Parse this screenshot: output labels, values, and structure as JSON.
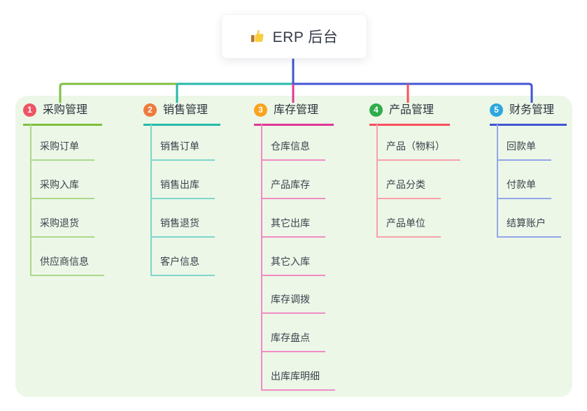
{
  "root": {
    "label": "ERP 后台",
    "icon": "thumbs-up-icon"
  },
  "colors": {
    "panel_background": "#ecf7e7",
    "root_connector": "#4154d4",
    "branch1": {
      "badge": "#ed5565",
      "line": "#7fbf3f",
      "child_line": "#abd98c"
    },
    "branch2": {
      "badge": "#ef7b3d",
      "line": "#26b9aa",
      "child_line": "#7fd6cb"
    },
    "branch3": {
      "badge": "#f8a41d",
      "line": "#e03796",
      "child_line": "#f08cc5"
    },
    "branch4": {
      "badge": "#2fad4a",
      "line": "#f8505d",
      "child_line": "#faa0a8"
    },
    "branch5": {
      "badge": "#2ea7df",
      "line": "#4154d4",
      "child_line": "#93a5e8"
    }
  },
  "branches": [
    {
      "num": "1",
      "title": "采购管理",
      "children": [
        "采购订单",
        "采购入库",
        "采购退货",
        "供应商信息"
      ]
    },
    {
      "num": "2",
      "title": "销售管理",
      "children": [
        "销售订单",
        "销售出库",
        "销售退货",
        "客户信息"
      ]
    },
    {
      "num": "3",
      "title": "库存管理",
      "children": [
        "仓库信息",
        "产品库存",
        "其它出库",
        "其它入库",
        "库存调拨",
        "库存盘点",
        "出库库明细"
      ]
    },
    {
      "num": "4",
      "title": "产品管理",
      "children": [
        "产品（物料）",
        "产品分类",
        "产品单位"
      ]
    },
    {
      "num": "5",
      "title": "财务管理",
      "children": [
        "回款单",
        "付款单",
        "结算账户"
      ]
    }
  ]
}
